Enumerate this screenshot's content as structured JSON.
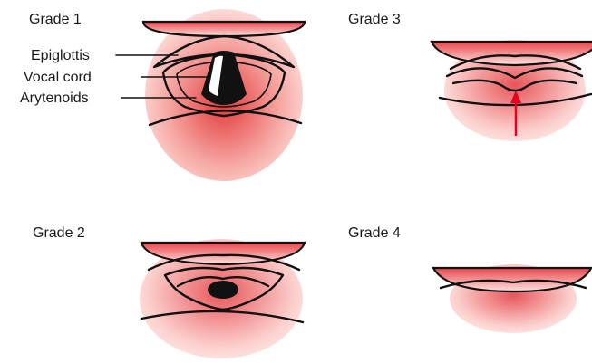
{
  "figure": {
    "panels": [
      {
        "title": "Grade 1"
      },
      {
        "title": "Grade 2"
      },
      {
        "title": "Grade 3"
      },
      {
        "title": "Grade 4"
      }
    ],
    "annotations": [
      {
        "text": "Epiglottis"
      },
      {
        "text": "Vocal cord"
      },
      {
        "text": "Arytenoids"
      }
    ]
  },
  "colors": {
    "tissue_center": "#e23a3a",
    "tissue_edge": "#ffe8e4",
    "lip_top": "#e8454a",
    "lip_bottom": "#fde3e0",
    "glottis": "#111111",
    "highlight": "#ffffff",
    "arrow": "#e8001c"
  }
}
